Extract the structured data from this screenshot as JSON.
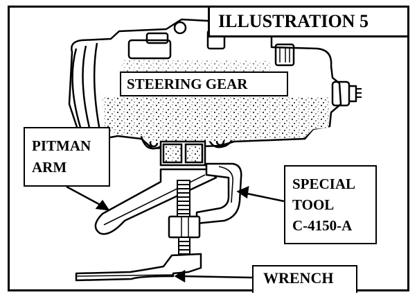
{
  "title": "ILLUSTRATION 5",
  "labels": {
    "steering_gear": "STEERING GEAR",
    "pitman_arm": [
      "PITMAN",
      "ARM"
    ],
    "special_tool": [
      "SPECIAL",
      "TOOL",
      "C-4150-A"
    ],
    "wrench": "WRENCH"
  }
}
